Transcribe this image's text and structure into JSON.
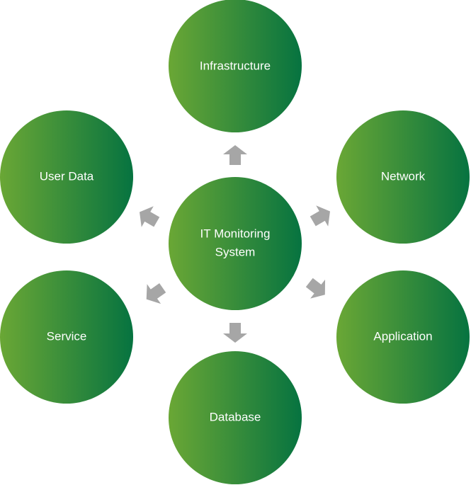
{
  "center": {
    "line1": "IT Monitoring",
    "line2": "System"
  },
  "nodes": {
    "infrastructure": "Infrastructure",
    "network": "Network",
    "application": "Application",
    "database": "Database",
    "service": "Service",
    "user_data": "User Data"
  },
  "colors": {
    "circle_start": "#6aa735",
    "circle_end": "#067340",
    "arrow": "#a6a6a6",
    "text": "#ffffff"
  }
}
